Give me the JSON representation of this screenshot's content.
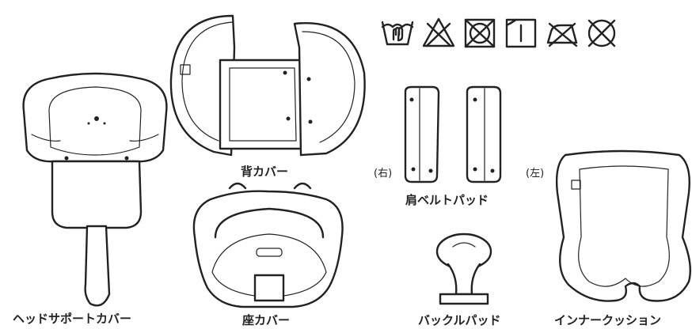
{
  "parts": {
    "head_support_cover": "ヘッドサポートカバー",
    "back_cover": "背カバー",
    "seat_cover": "座カバー",
    "shoulder_belt_pad": "肩ベルトパッド",
    "buckle_pad": "バックルパッド",
    "inner_cushion": "インナークッション"
  },
  "sides": {
    "right": "(右)",
    "left": "(左)"
  },
  "care_symbols": [
    "hand-wash-icon",
    "no-bleach-icon",
    "no-tumble-dry-icon",
    "line-dry-shade-icon",
    "no-iron-icon",
    "no-dry-clean-icon"
  ],
  "colors": {
    "line": "#222222",
    "background": "#ffffff"
  }
}
